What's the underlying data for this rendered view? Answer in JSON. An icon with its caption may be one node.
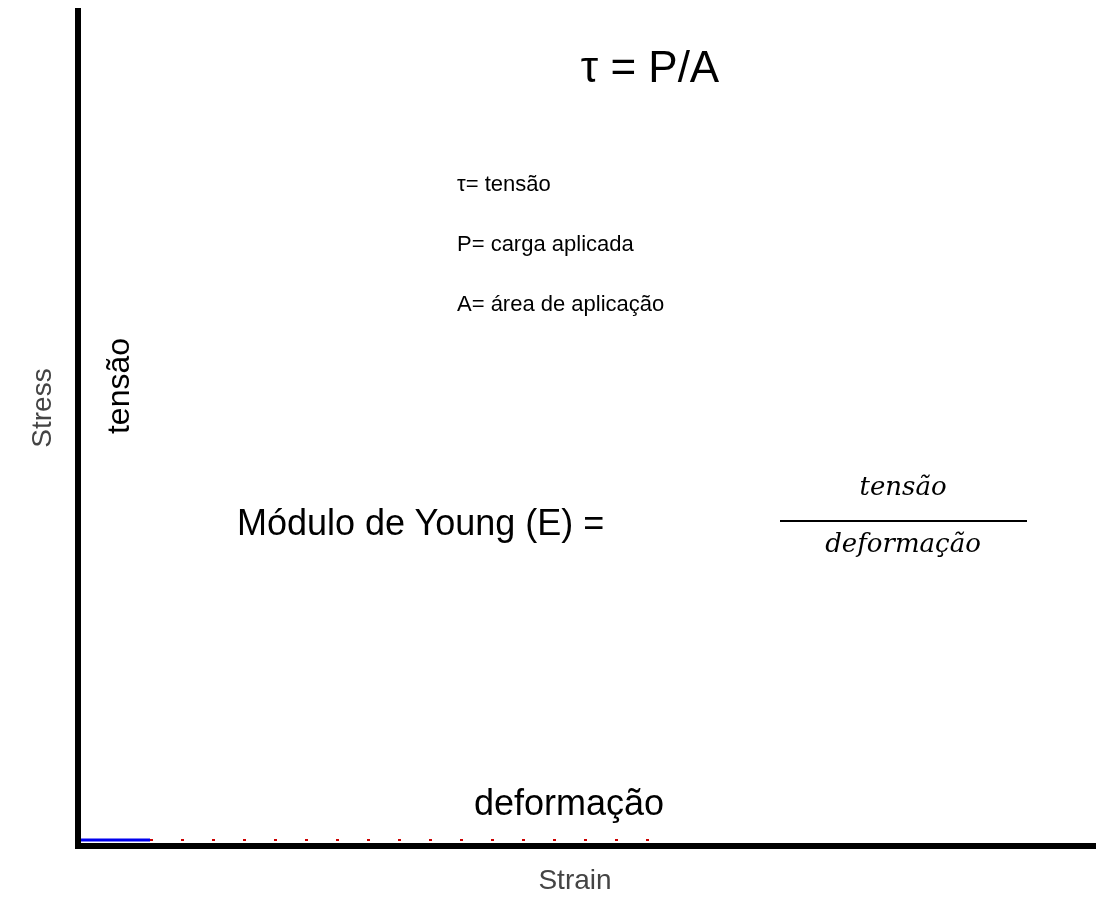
{
  "diagram": {
    "labels": [
      "τ = P/A",
      "τ= tensão",
      "P= carga aplicada",
      "A= área de aplicação",
      "Stress",
      "tensão",
      "Módulo de Young (E) =",
      "tensão",
      "deformação",
      "deformação",
      "Strain"
    ]
  }
}
